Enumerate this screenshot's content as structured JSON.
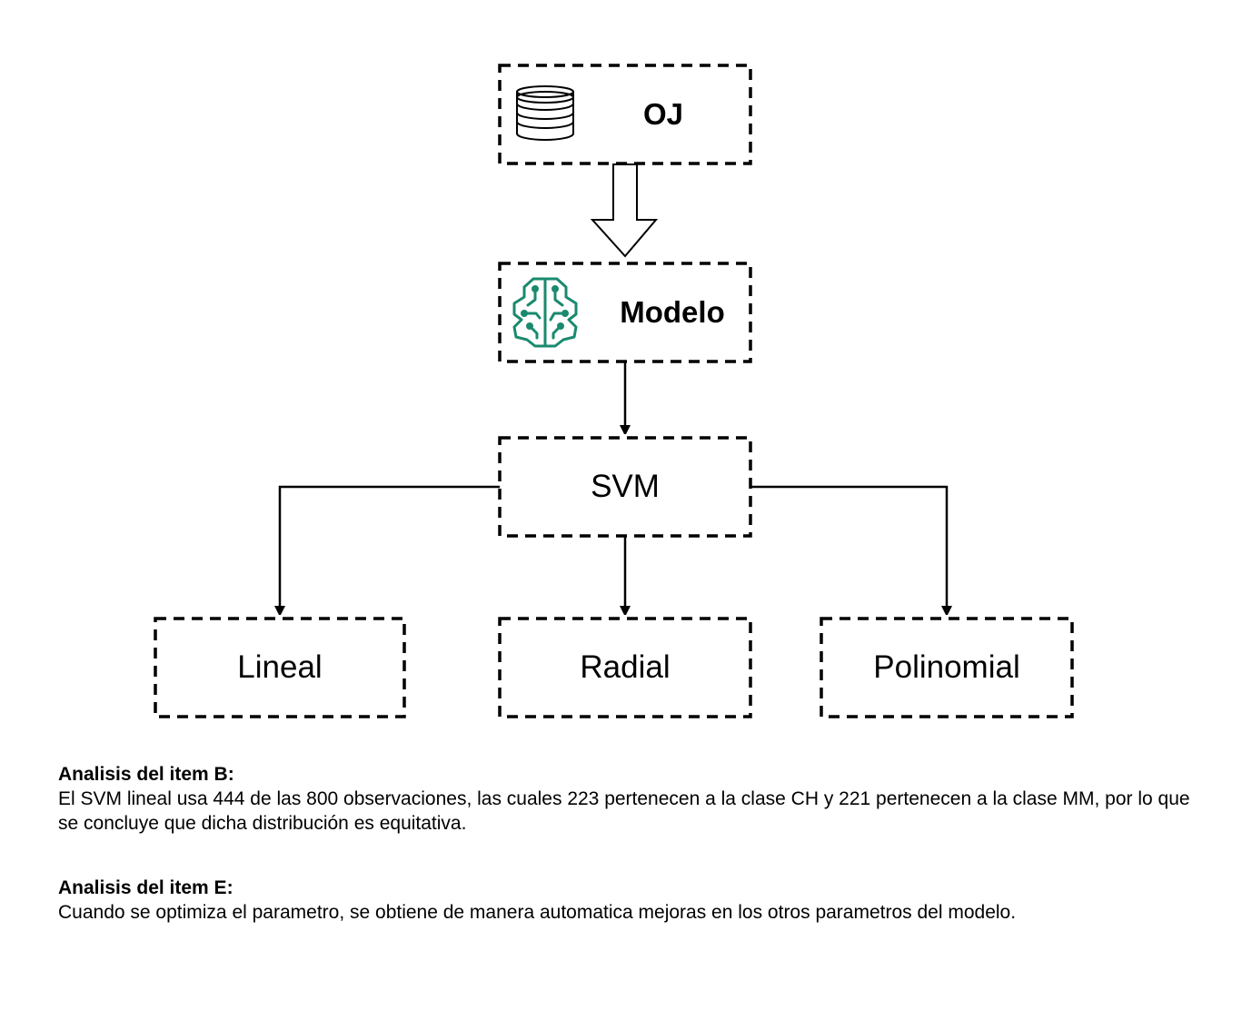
{
  "nodes": {
    "oj": {
      "label": "OJ",
      "icon": "database-icon"
    },
    "modelo": {
      "label": "Modelo",
      "icon": "brain-circuit-icon",
      "icon_color": "#1a8a6e"
    },
    "svm": {
      "label": "SVM"
    },
    "lineal": {
      "label": "Lineal"
    },
    "radial": {
      "label": "Radial"
    },
    "polinomial": {
      "label": "Polinomial"
    }
  },
  "analysis": [
    {
      "title": "Analisis del item B:",
      "body": "El SVM lineal usa 444 de las 800 observaciones, las cuales 223 pertenecen a la clase CH y 221 pertenecen a la clase MM, por lo que se concluye que dicha distribución es equitativa."
    },
    {
      "title": "Analisis del item E:",
      "body": "Cuando se optimiza el parametro, se obtiene de manera automatica mejoras en los otros parametros del modelo."
    }
  ],
  "colors": {
    "stroke": "#000000",
    "background": "#ffffff",
    "icon_accent": "#1a8a6e"
  }
}
